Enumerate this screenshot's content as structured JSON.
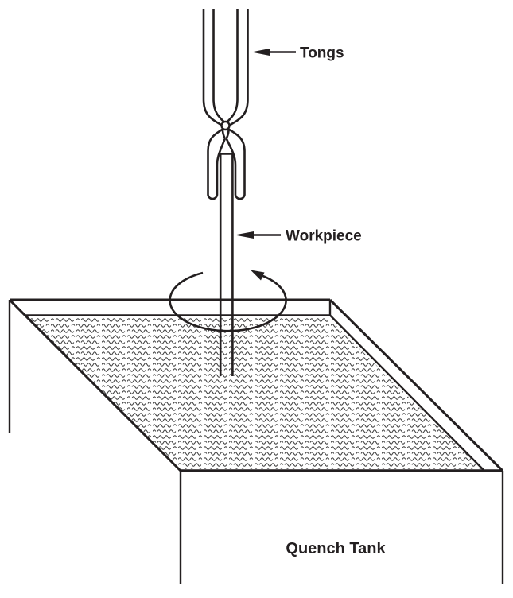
{
  "diagram": {
    "labels": {
      "tongs": "Tongs",
      "workpiece": "Workpiece",
      "quench_tank": "Quench Tank"
    },
    "colors": {
      "line": "#231f20",
      "background": "#ffffff",
      "water_wave": "#3d3d3d"
    }
  }
}
